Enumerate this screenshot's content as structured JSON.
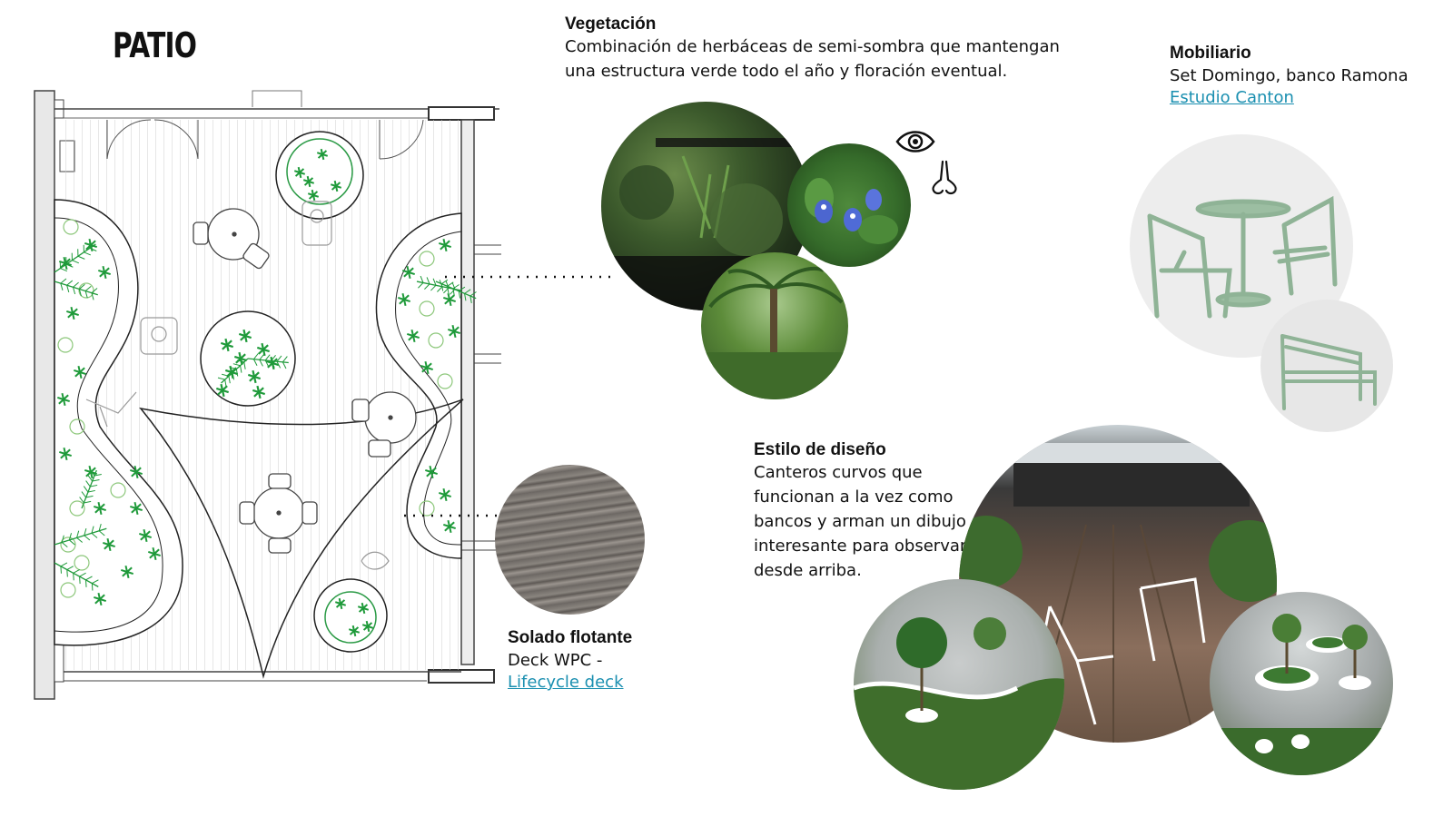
{
  "patio_title": "PATIO",
  "vegetacion": {
    "heading": "Vegetación",
    "text_line1": "Combinación de herbáceas de semi-sombra que mantengan",
    "text_line2": "una estructura verde todo el año y floración eventual."
  },
  "mobiliario": {
    "heading": "Mobiliario",
    "text": "Set Domingo, banco Ramona",
    "link": "Estudio Canton"
  },
  "estilo": {
    "heading": "Estilo de diseño",
    "lines": [
      "Canteros curvos que",
      "funcionan a la vez como",
      "bancos y arman un dibujo",
      "interesante para observar",
      "desde arriba."
    ]
  },
  "solado": {
    "heading": "Solado flotante",
    "text": "Deck WPC -",
    "link": "Lifecycle deck"
  },
  "colors": {
    "plant_dark": "#1f9a3a",
    "plant_light": "#8cc77a",
    "link": "#1a8fb0",
    "furniture": "#8fb396"
  },
  "icons": [
    "eye-icon",
    "nose-icon"
  ]
}
